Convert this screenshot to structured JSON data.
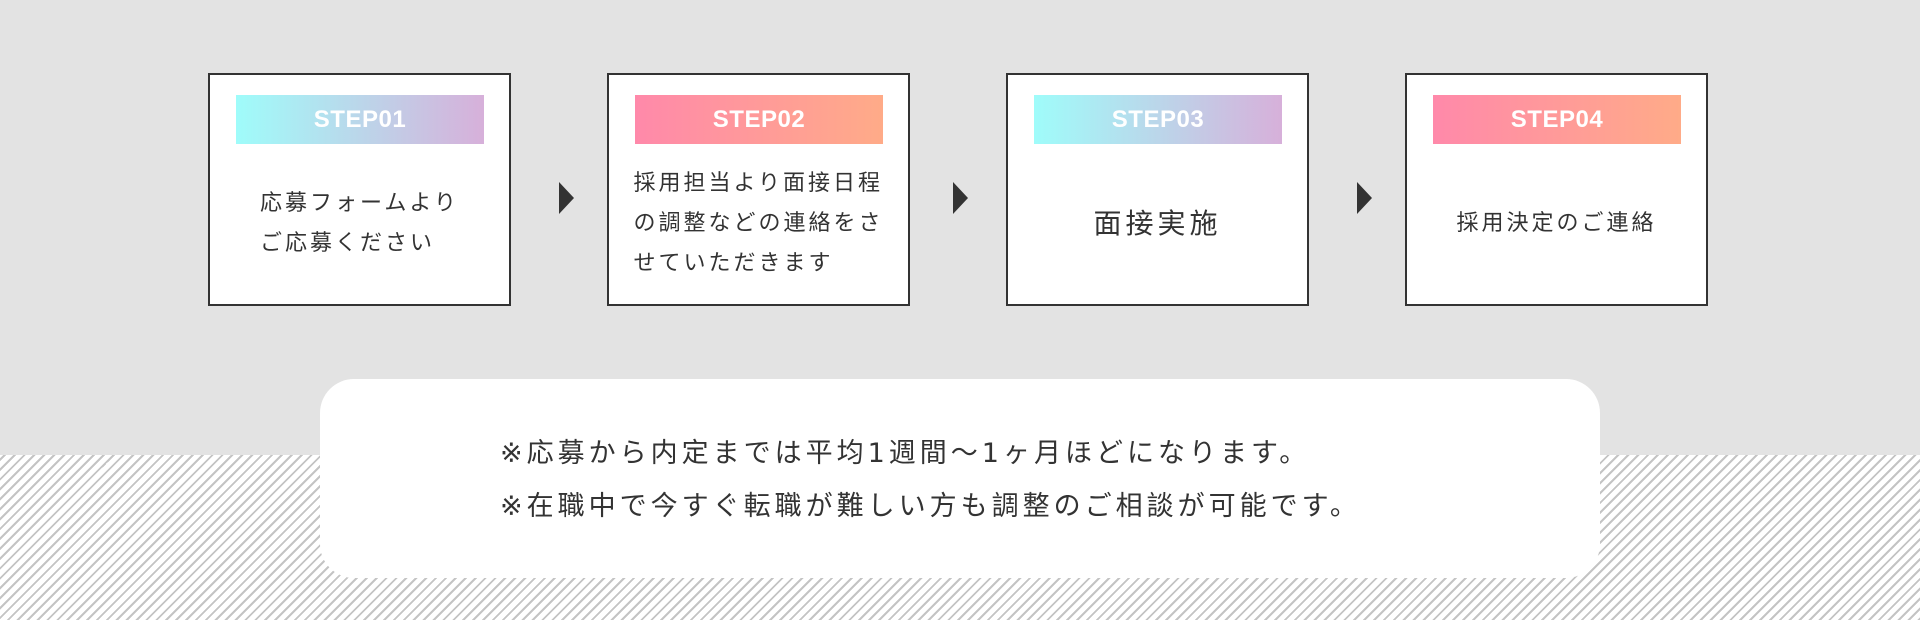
{
  "steps": [
    {
      "label": "STEP01",
      "description": "応募フォームより\nご応募ください"
    },
    {
      "label": "STEP02",
      "description": "採用担当より面接日程\nの調整などの連絡をさ\nせていただきます"
    },
    {
      "label": "STEP03",
      "description": "面接実施"
    },
    {
      "label": "STEP04",
      "description": "採用決定のご連絡"
    }
  ],
  "notes": [
    "※応募から内定までは平均1週間〜1ヶ月ほどになります。",
    "※在職中で今すぐ転職が難しい方も調整のご相談が可能です。"
  ],
  "colors": {
    "background": "#e3e3e3",
    "card_border": "#333333",
    "text": "#333333",
    "gradient_cool": [
      "#9ffcfa",
      "#d7b0da"
    ],
    "gradient_warm": [
      "#ff89aa",
      "#ffab88"
    ]
  },
  "icons": {
    "arrow": "triangle-right-icon"
  }
}
